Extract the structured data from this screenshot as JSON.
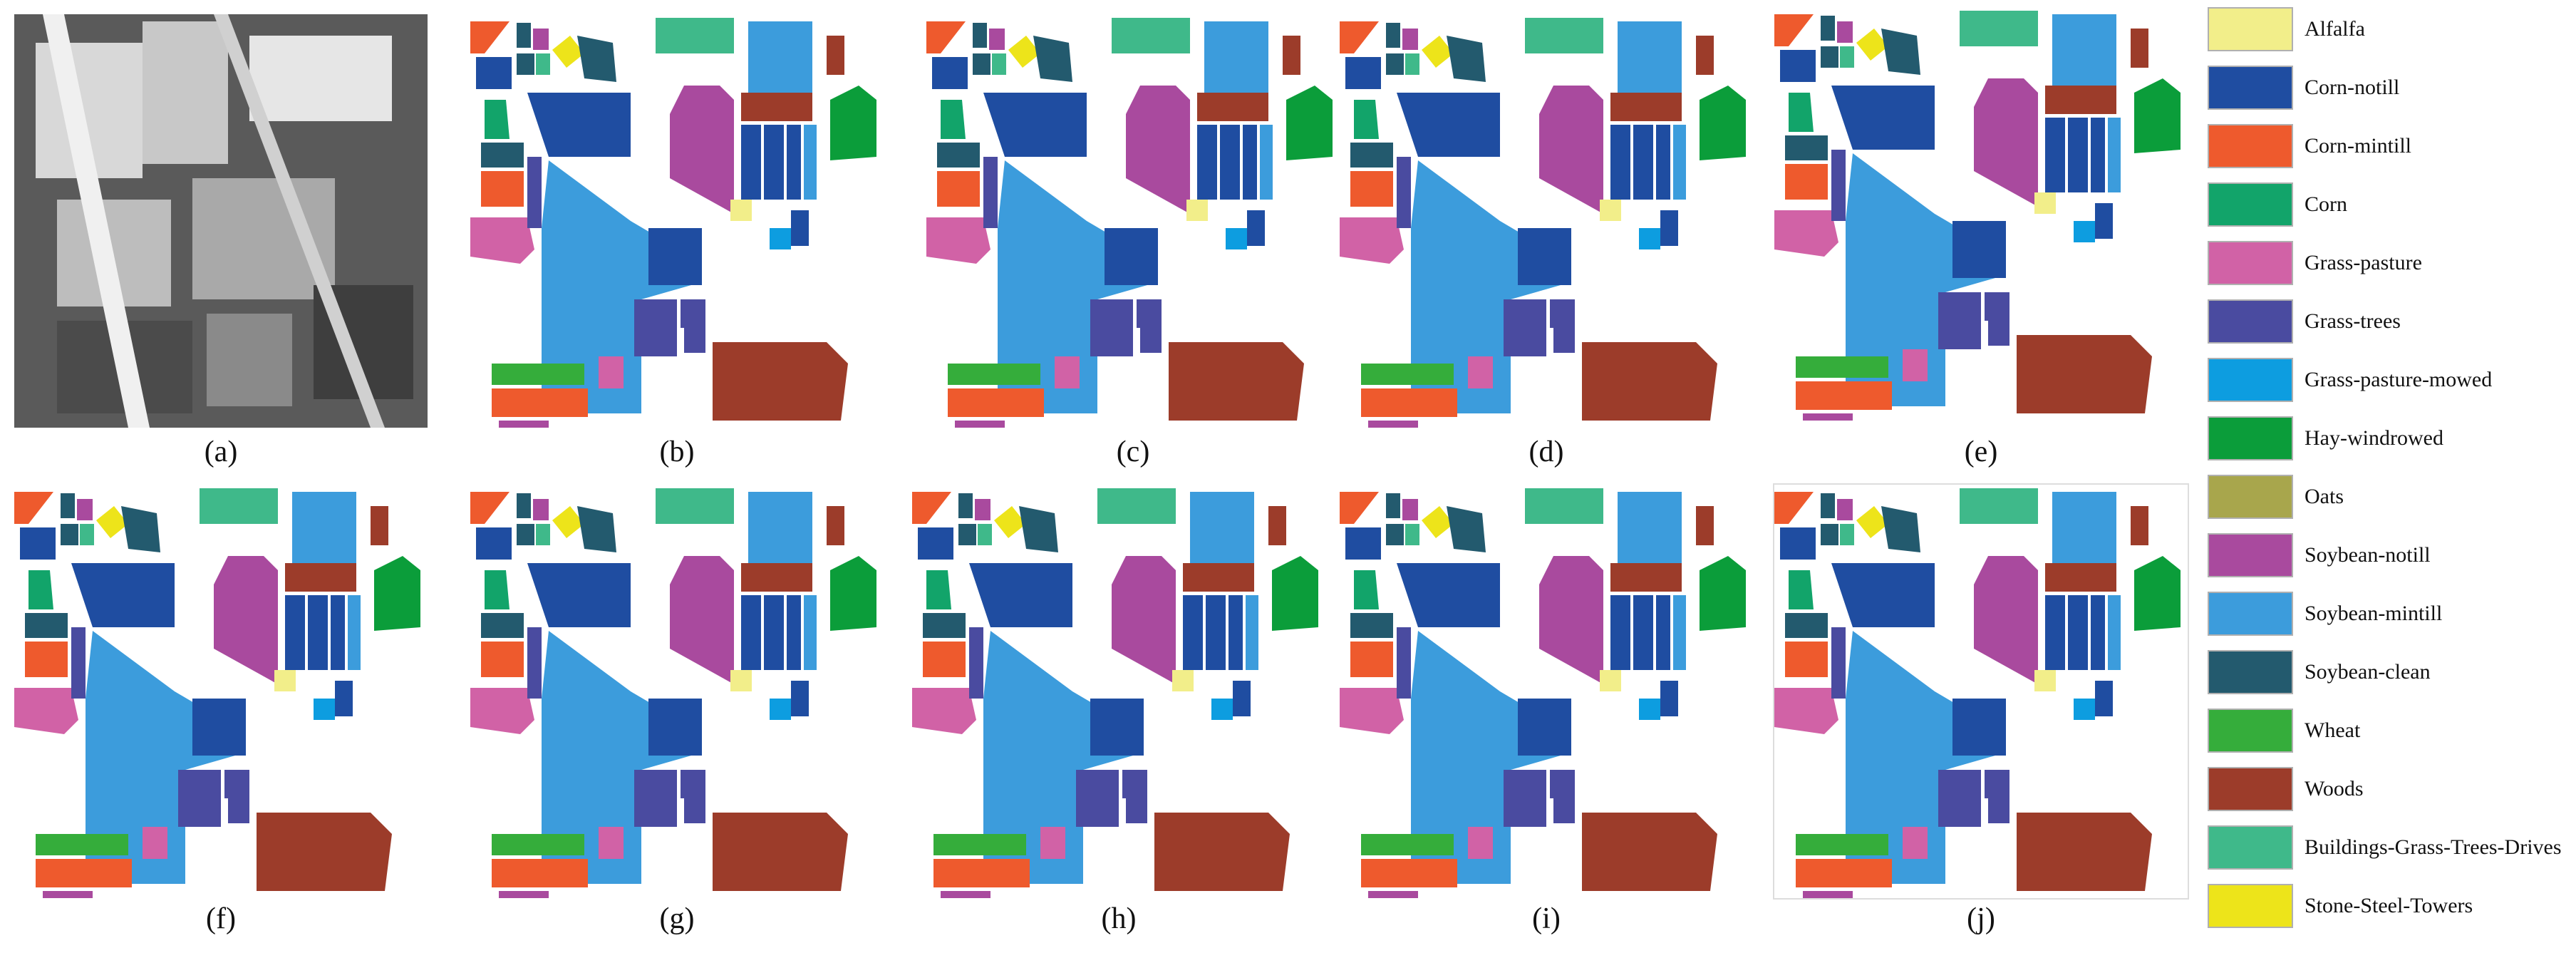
{
  "figure": {
    "panel_labels": [
      "(a)",
      "(b)",
      "(c)",
      "(d)",
      "(e)",
      "(f)",
      "(g)",
      "(h)",
      "(i)",
      "(j)"
    ]
  },
  "legend": {
    "items": [
      {
        "label": "Alfalfa",
        "color": "#f2ee8a"
      },
      {
        "label": "Corn-notill",
        "color": "#1f4da1"
      },
      {
        "label": "Corn-mintill",
        "color": "#ee5a2d"
      },
      {
        "label": "Corn",
        "color": "#12a46a"
      },
      {
        "label": "Grass-pasture",
        "color": "#d162a6"
      },
      {
        "label": "Grass-trees",
        "color": "#4a4ba0"
      },
      {
        "label": "Grass-pasture-mowed",
        "color": "#0d9de0"
      },
      {
        "label": "Hay-windrowed",
        "color": "#0b9d3a"
      },
      {
        "label": "Oats",
        "color": "#a8a64c"
      },
      {
        "label": "Soybean-notill",
        "color": "#a94a9e"
      },
      {
        "label": "Soybean-mintill",
        "color": "#3c9cdc"
      },
      {
        "label": "Soybean-clean",
        "color": "#235a6e"
      },
      {
        "label": "Wheat",
        "color": "#35ad3b"
      },
      {
        "label": "Woods",
        "color": "#9c3c2a"
      },
      {
        "label": "Buildings-Grass-Trees-Drives",
        "color": "#3fb98a"
      },
      {
        "label": "Stone-Steel-Towers",
        "color": "#ede41a"
      }
    ]
  }
}
